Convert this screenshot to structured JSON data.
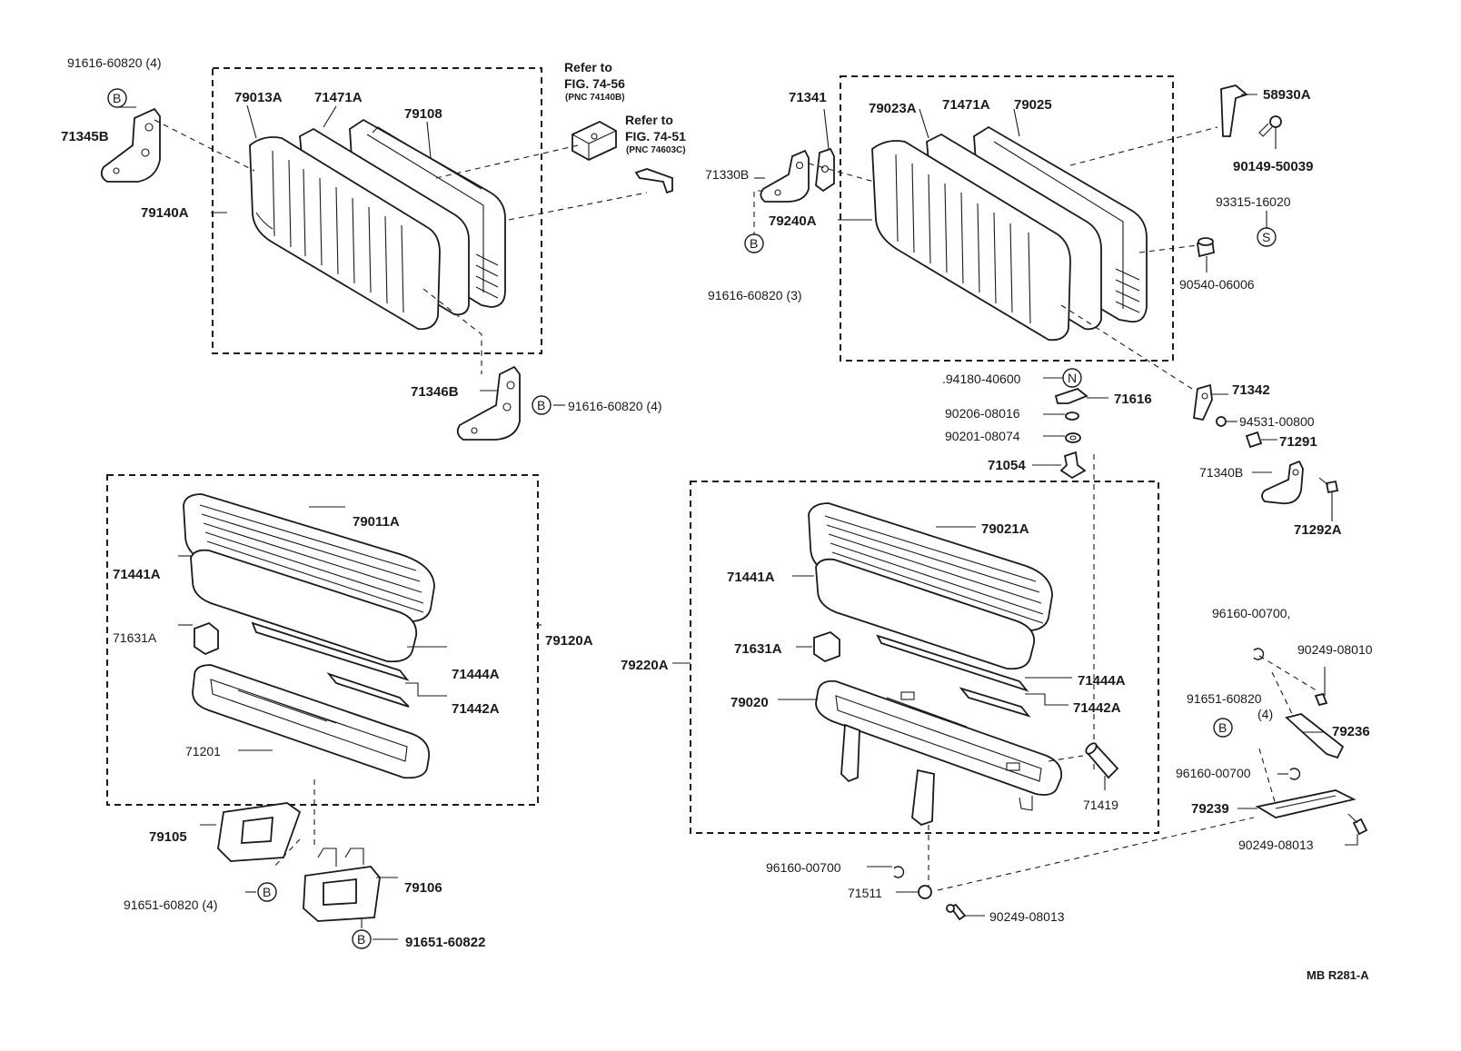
{
  "diagram_code": "MB R281-A",
  "refs": {
    "ref_a_line1": "Refer to",
    "ref_a_line2": "FIG. 74-56",
    "ref_a_line3": "(PNC 74140B)",
    "ref_b_line1": "Refer to",
    "ref_b_line2": "FIG. 74-51",
    "ref_b_line3": "(PNC 74603C)"
  },
  "markers": {
    "b": "B",
    "s": "S",
    "n": "N"
  },
  "labels": {
    "p91616_60820_4_top": "91616-60820 (4)",
    "p71345B": "71345B",
    "p79140A": "79140A",
    "p79013A": "79013A",
    "p71471A_left": "71471A",
    "p79108": "79108",
    "p71346B": "71346B",
    "p91616_60820_4_mid": "91616-60820 (4)",
    "p71341": "71341",
    "p71330B": "71330B",
    "p79240A": "79240A",
    "p91616_60820_3": "91616-60820 (3)",
    "p79023A": "79023A",
    "p71471A_right": "71471A",
    "p79025": "79025",
    "p58930A": "58930A",
    "p90149_50039": "90149-50039",
    "p93315_16020": "93315-16020",
    "p90540_06006": "90540-06006",
    "p94180_40600": ".94180-40600",
    "p71616": "71616",
    "p90206_08016": "90206-08016",
    "p90201_08074": "90201-08074",
    "p71054": "71054",
    "p71342": "71342",
    "p94531_00800": "94531-00800",
    "p71291": "71291",
    "p71340B": "71340B",
    "p71292A": "71292A",
    "p79011A": "79011A",
    "p71441A_left": "71441A",
    "p71631A_left": "71631A",
    "p79120A": "79120A",
    "p71444A_left": "71444A",
    "p71442A_left": "71442A",
    "p71201": "71201",
    "p79105": "79105",
    "p79106": "79106",
    "p91651_60820_4_left": "91651-60820 (4)",
    "p91651_60822": "91651-60822",
    "p79021A": "79021A",
    "p71441A_right": "71441A",
    "p71631A_right": "71631A",
    "p79220A": "79220A",
    "p79020": "79020",
    "p71444A_right": "71444A",
    "p71442A_right": "71442A",
    "p71419": "71419",
    "p96160_00700_a": "96160-00700",
    "p71511": "71511",
    "p90249_08013_a": "90249-08013",
    "p96160_00700_b": "96160-00700,",
    "p90249_08010": "90249-08010",
    "p91651_60820_r": "91651-60820",
    "p91651_60820_r_qty": "(4)",
    "p79236": "79236",
    "p96160_00700_c": "96160-00700",
    "p79239": "79239",
    "p90249_08013_b": "90249-08013"
  }
}
